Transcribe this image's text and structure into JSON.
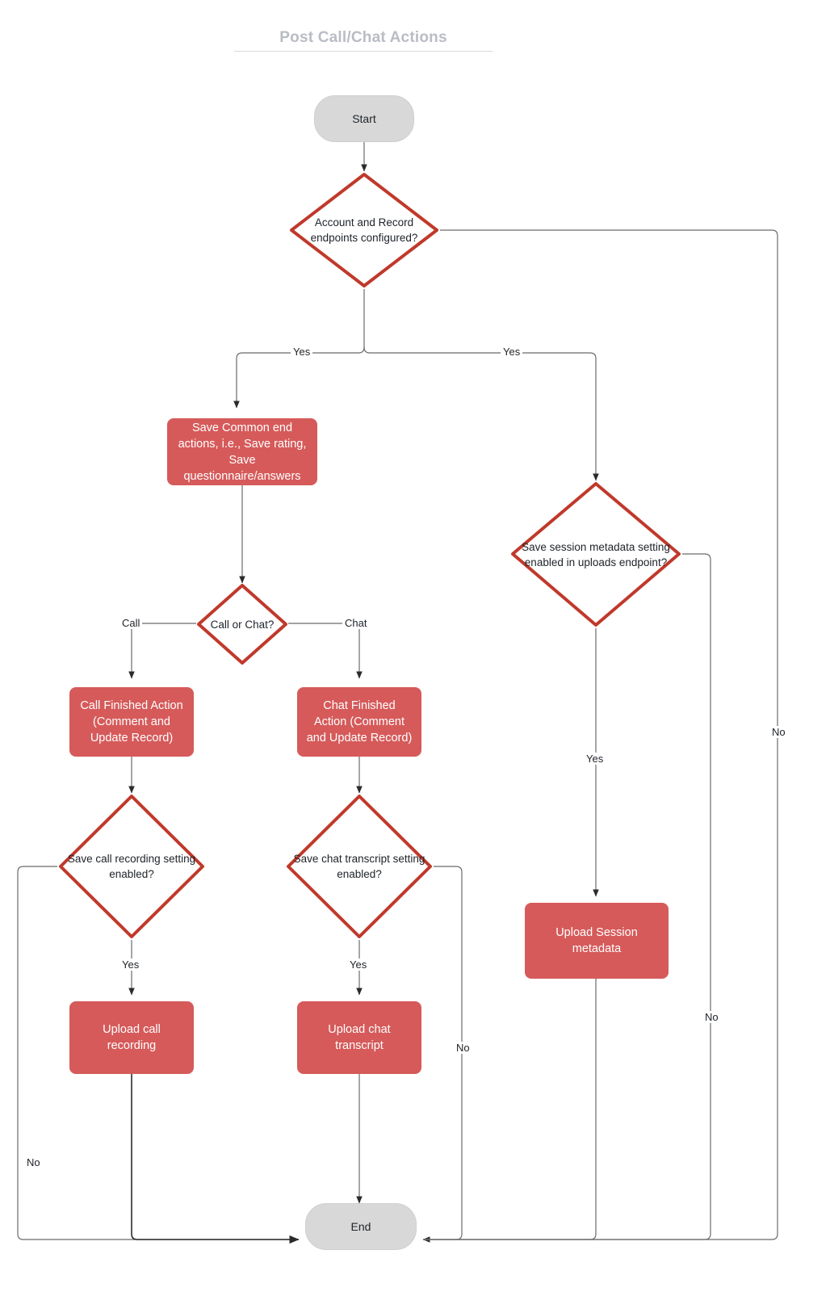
{
  "diagram": {
    "title": "Post Call/Chat Actions",
    "type": "flowchart",
    "colors": {
      "process_fill": "#d65a5a",
      "process_text": "#ffffff",
      "decision_stroke": "#c0392b",
      "decision_fill": "#ffffff",
      "terminator_fill": "#d8d8d8",
      "edge_stroke": "#666666",
      "title_text": "#b9bcc4"
    },
    "nodes": [
      {
        "id": "start",
        "shape": "terminator",
        "label": "Start"
      },
      {
        "id": "endpoints",
        "shape": "decision",
        "label": "Account and Record endpoints configured?"
      },
      {
        "id": "common",
        "shape": "process",
        "label": "Save Common end actions, i.e., Save rating, Save questionnaire/answers"
      },
      {
        "id": "callorchat",
        "shape": "decision",
        "label": "Call or Chat?"
      },
      {
        "id": "callfinished",
        "shape": "process",
        "label": "Call Finished Action (Comment and Update Record)"
      },
      {
        "id": "chatfinished",
        "shape": "process",
        "label": "Chat Finished Action (Comment and Update Record)"
      },
      {
        "id": "callrecording",
        "shape": "decision",
        "label": "Save call recording setting enabled?"
      },
      {
        "id": "chattranscript",
        "shape": "decision",
        "label": "Save chat transcript setting enabled?"
      },
      {
        "id": "uploadcall",
        "shape": "process",
        "label": "Upload call recording"
      },
      {
        "id": "uploadchat",
        "shape": "process",
        "label": "Upload chat transcript"
      },
      {
        "id": "sessionmeta",
        "shape": "decision",
        "label": "Save session metadata setting enabled in uploads endpoint?"
      },
      {
        "id": "uploadsession",
        "shape": "process",
        "label": "Upload Session metadata"
      },
      {
        "id": "end",
        "shape": "terminator",
        "label": "End"
      }
    ],
    "edge_labels": {
      "endpoints_yes_left": "Yes",
      "endpoints_yes_right": "Yes",
      "endpoints_no": "No",
      "callorchat_call": "Call",
      "callorchat_chat": "Chat",
      "callrecording_yes": "Yes",
      "callrecording_no": "No",
      "chattranscript_yes": "Yes",
      "chattranscript_no": "No",
      "sessionmeta_yes": "Yes",
      "sessionmeta_no": "No"
    }
  }
}
